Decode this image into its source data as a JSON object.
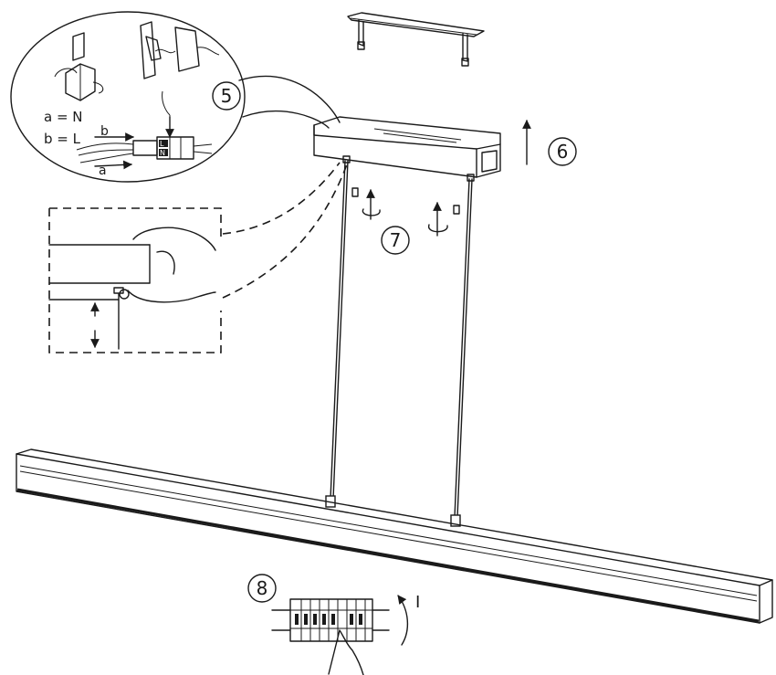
{
  "steps": {
    "five": "5",
    "six": "6",
    "seven": "7",
    "eight": "8"
  },
  "wiring": {
    "a_label": "a = N",
    "b_label": "b = L",
    "wire_b": "b",
    "wire_a": "a",
    "terminal_l": "L",
    "terminal_n": "N"
  },
  "breaker": {
    "on_label": "I"
  }
}
